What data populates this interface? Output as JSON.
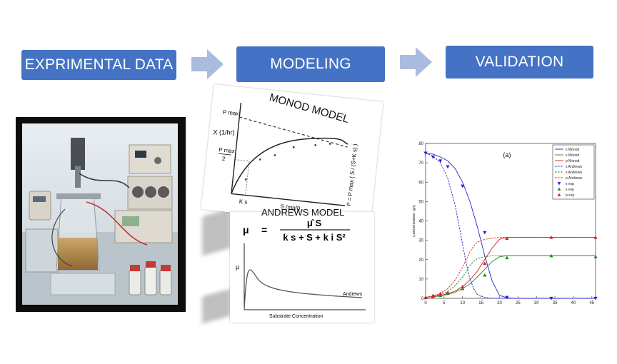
{
  "steps": [
    {
      "label": "EXPRIMENTAL DATA"
    },
    {
      "label": "MODELING"
    },
    {
      "label": "VALIDATION"
    }
  ],
  "monod": {
    "caption": "MONOD MODEL",
    "y_label": "X (1/hr)",
    "mu_max": "P max",
    "half": "2",
    "ks": "K s",
    "s_axis": "S (mg/l)",
    "equation": "P = P max ( S / (S+K s) )"
  },
  "andrews": {
    "caption": "ANDREWS MODEL",
    "equation_lhs": "μ",
    "equation_eq": "=",
    "equation_num": "μ̂ S",
    "equation_den": "k s + S + k i S²",
    "y_label": "μ",
    "curve_label": "Andrews",
    "x_label": "Substrate Concentration"
  },
  "chart_data": {
    "type": "line",
    "title": "(a)",
    "xlabel": "",
    "ylabel": "Concentration (g/l)",
    "xlim": [
      0,
      46
    ],
    "ylim": [
      0,
      80
    ],
    "x_ticks": [
      0,
      5,
      10,
      15,
      20,
      25,
      30,
      35,
      40,
      45
    ],
    "y_ticks": [
      0,
      10,
      20,
      30,
      40,
      50,
      60,
      70,
      80
    ],
    "grid": false,
    "legend_placement": "top-right",
    "colors": {
      "s": "#2323d4",
      "x": "#208a20",
      "p": "#d42020"
    },
    "series": [
      {
        "name": "s Monod",
        "style": "solid",
        "color": "#2323d4",
        "x": [
          0,
          2,
          4,
          6,
          8,
          10,
          12,
          14,
          16,
          18,
          20,
          22,
          24,
          30,
          35,
          40,
          46
        ],
        "values": [
          75,
          74.5,
          73,
          71,
          67,
          60,
          50,
          37,
          22,
          9,
          1.5,
          0.3,
          0,
          0,
          0,
          0,
          0
        ]
      },
      {
        "name": "x Monod",
        "style": "solid",
        "color": "#208a20",
        "x": [
          0,
          2,
          4,
          6,
          8,
          10,
          12,
          14,
          16,
          18,
          20,
          22,
          24,
          30,
          35,
          40,
          46
        ],
        "values": [
          0.5,
          0.8,
          1.3,
          2,
          3.2,
          5,
          7.5,
          11,
          15,
          19,
          21.5,
          22,
          22,
          22,
          22,
          22,
          22
        ]
      },
      {
        "name": "p Monod",
        "style": "solid",
        "color": "#d42020",
        "x": [
          0,
          2,
          4,
          6,
          8,
          10,
          12,
          14,
          16,
          18,
          20,
          22,
          24,
          30,
          35,
          40,
          46
        ],
        "values": [
          0.5,
          0.9,
          1.5,
          2.4,
          3.8,
          6,
          9.5,
          14,
          20,
          26,
          30.5,
          31.5,
          31.5,
          31.5,
          31.5,
          31.5,
          31.5
        ]
      },
      {
        "name": "s Andrews",
        "style": "dashed",
        "color": "#2323d4",
        "x": [
          0,
          2,
          4,
          6,
          8,
          9,
          10,
          11,
          12,
          13,
          14,
          16,
          18,
          20,
          46
        ],
        "values": [
          75,
          73.5,
          70,
          62,
          48,
          38,
          28,
          18,
          10,
          5,
          2,
          0.5,
          0,
          0,
          0
        ]
      },
      {
        "name": "x Andrews",
        "style": "dashed",
        "color": "#208a20",
        "x": [
          0,
          2,
          4,
          6,
          8,
          10,
          11,
          12,
          13,
          14,
          16,
          18,
          20,
          46
        ],
        "values": [
          0.5,
          1,
          2,
          3.5,
          6.5,
          11,
          14,
          17,
          19,
          20.5,
          21.5,
          22,
          22,
          22
        ]
      },
      {
        "name": "p Andrews",
        "style": "dashed",
        "color": "#d42020",
        "x": [
          0,
          2,
          4,
          6,
          8,
          10,
          11,
          12,
          13,
          14,
          16,
          18,
          20,
          46
        ],
        "values": [
          0.5,
          1.2,
          2.5,
          5,
          9.5,
          16,
          20,
          24,
          27,
          29,
          30.5,
          31,
          31.5,
          31.5
        ]
      },
      {
        "name": "s exp",
        "style": "marker-down",
        "color": "#2323d4",
        "x": [
          0,
          2,
          4,
          6,
          10,
          16,
          22,
          34,
          46
        ],
        "values": [
          75,
          73,
          71,
          68,
          58,
          34,
          0.5,
          0,
          0
        ]
      },
      {
        "name": "x exp",
        "style": "marker-up",
        "color": "#208a20",
        "x": [
          0,
          2,
          4,
          6,
          10,
          16,
          22,
          34,
          46
        ],
        "values": [
          0.3,
          1,
          1.5,
          2.5,
          5,
          12,
          21,
          22,
          21.5
        ]
      },
      {
        "name": "p exp",
        "style": "marker-up",
        "color": "#d42020",
        "x": [
          0,
          2,
          4,
          6,
          10,
          16,
          22,
          34,
          46
        ],
        "values": [
          0.5,
          1.5,
          2.5,
          3,
          6,
          18,
          31,
          31.5,
          31.5
        ]
      }
    ]
  }
}
